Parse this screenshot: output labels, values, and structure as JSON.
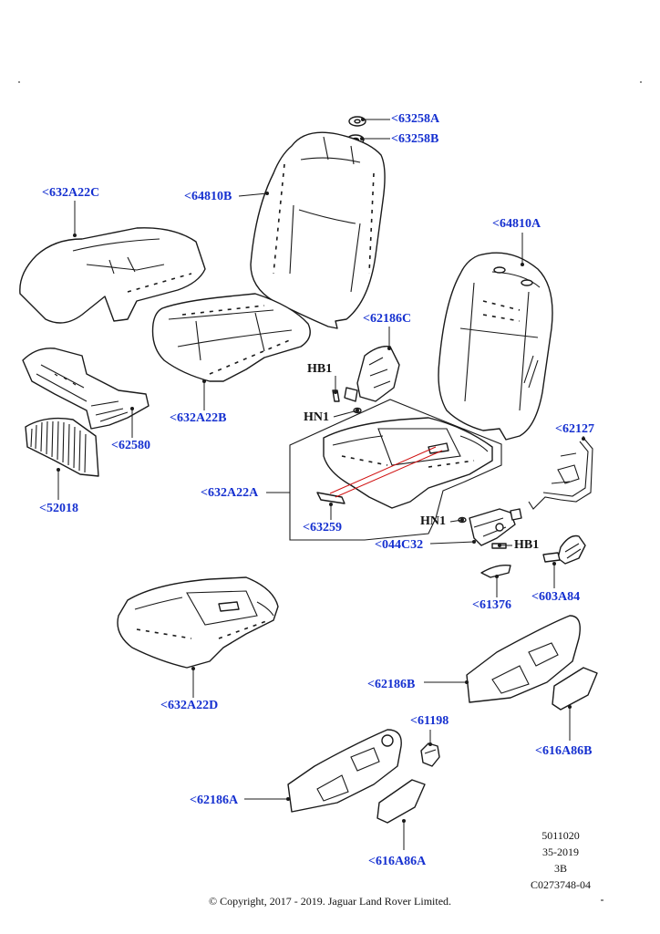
{
  "callouts": {
    "c63258A": "<63258A",
    "c63258B": "<63258B",
    "c64810B": "<64810B",
    "c632A22C": "<632A22C",
    "c64810A": "<64810A",
    "c62186C": "<62186C",
    "cHB1a": "HB1",
    "cHN1a": "HN1",
    "c632A22B": "<632A22B",
    "c62580": "<62580",
    "c62127": "<62127",
    "c632A22A": "<632A22A",
    "c52018": "<52018",
    "cHN1b": "HN1",
    "c044C32": "<044C32",
    "cHB1b": "HB1",
    "c63259": "<63259",
    "c603A84": "<603A84",
    "c61376": "<61376",
    "c632A22D": "<632A22D",
    "c62186B": "<62186B",
    "c61198": "<61198",
    "c616A86B": "<616A86B",
    "c62186A": "<62186A",
    "c616A86A": "<616A86A"
  },
  "reference": {
    "line1": "5011020",
    "line2": "35-2019",
    "line3": "3B",
    "line4": "C0273748-04"
  },
  "copyright": "© Copyright, 2017 - 2019. Jaguar Land Rover Limited."
}
